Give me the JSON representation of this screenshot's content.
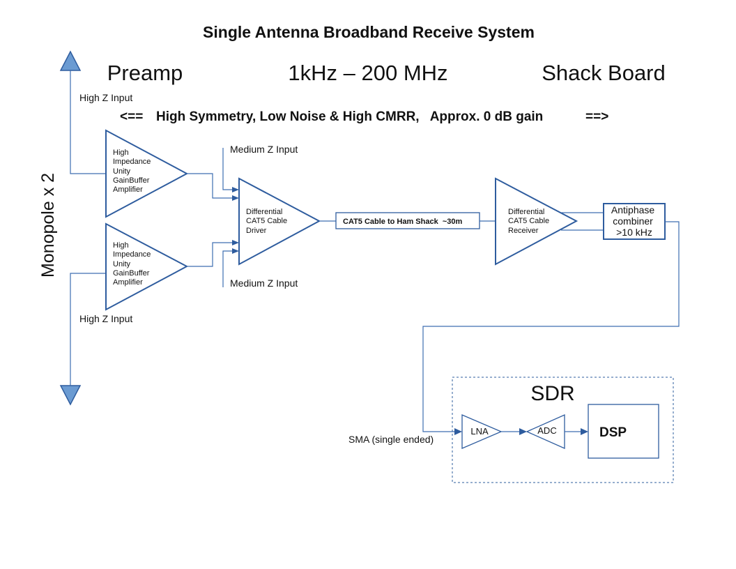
{
  "title": "Single Antenna Broadband Receive System",
  "headers": {
    "preamp": "Preamp",
    "frequency_range": "1kHz – 200 MHz",
    "shack_board": "Shack Board"
  },
  "banner": {
    "left_arrow": "<==",
    "text": "High Symmetry, Low Noise & High CMRR,   Approx. 0 dB gain",
    "right_arrow": "==>"
  },
  "monopole_label": "Monopole x 2",
  "inputs": {
    "high_z_top": "High Z Input",
    "high_z_bottom": "High Z Input",
    "medium_z_top": "Medium Z Input",
    "medium_z_bottom": "Medium Z Input",
    "sma": "SMA (single ended)"
  },
  "amplifier_top": [
    "High",
    "Impedance",
    "Unity",
    "GainBuffer",
    "Amplifier"
  ],
  "amplifier_bottom": [
    "High",
    "Impedance",
    "Unity",
    "GainBuffer",
    "Amplifier"
  ],
  "driver": [
    "Differential",
    "CAT5 Cable",
    "Driver"
  ],
  "cable": "CAT5 Cable to Ham Shack  ~30m",
  "receiver": [
    "Differential",
    "CAT5 Cable",
    "Receiver"
  ],
  "combiner": [
    "Antiphase",
    "combiner",
    ">10 kHz"
  ],
  "sdr": {
    "title": "SDR",
    "lna": "LNA",
    "adc": "ADC",
    "dsp": "DSP"
  },
  "colors": {
    "line": "#3d6db0",
    "block_stroke": "#2e5c9e",
    "antenna_fill": "#6b9bd2"
  }
}
